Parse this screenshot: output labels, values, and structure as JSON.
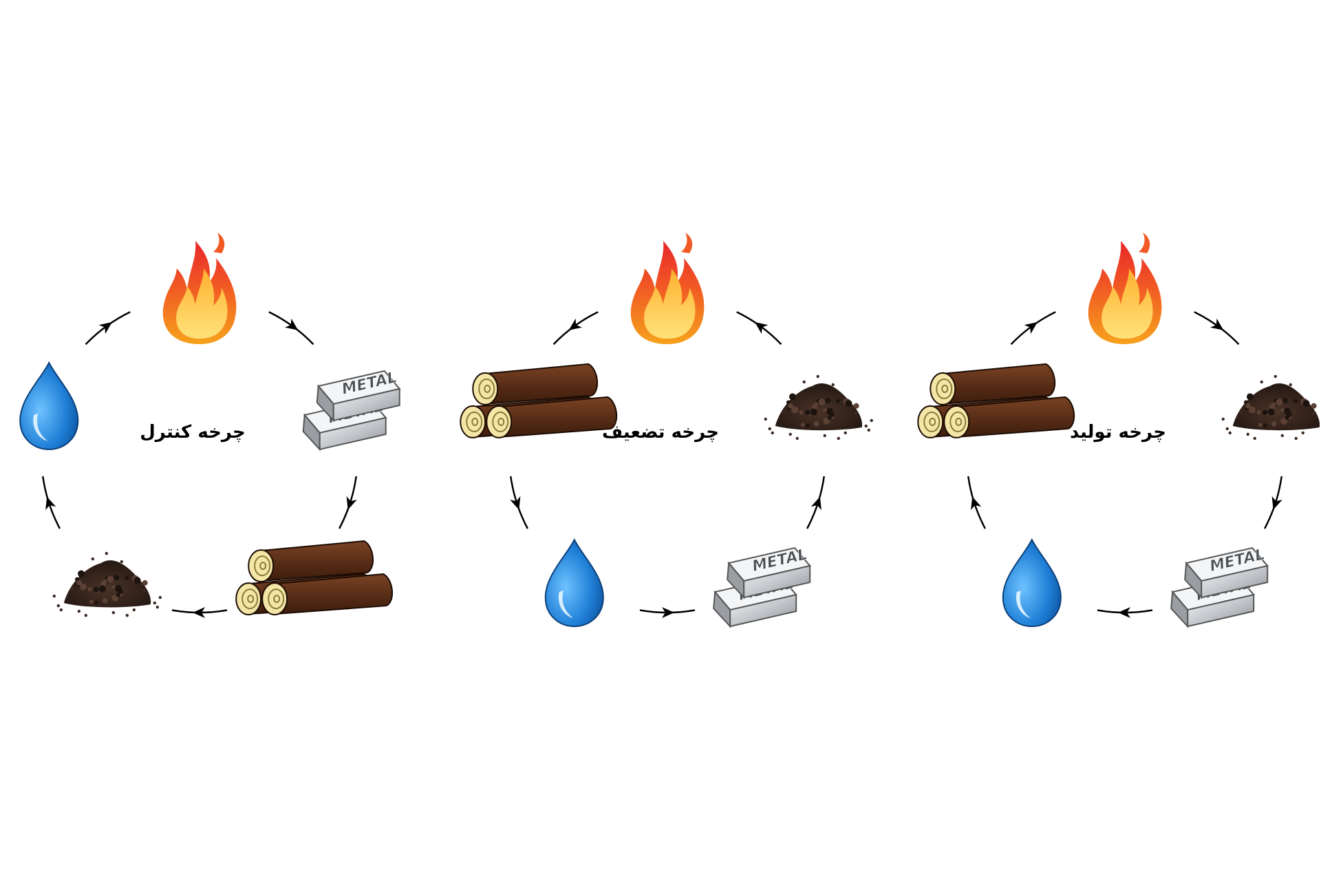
{
  "colors": {
    "background": "#ffffff",
    "stroke": "#000000",
    "fire_outer": "#f7941d",
    "fire_inner": "#ffd24a",
    "fire_core": "#fff3b0",
    "water_dark": "#0b5fb0",
    "water_light": "#3aa0ff",
    "wood_bark": "#5a2e17",
    "wood_end": "#f3e6a6",
    "soil": "#3b2a22",
    "metal": "#c9cdd1"
  },
  "cycles": [
    {
      "title": "چرخه کنترل",
      "direction": "clockwise",
      "sequence": [
        "fire",
        "metal",
        "wood",
        "earth",
        "water"
      ]
    },
    {
      "title": "چرخه تضعیف",
      "direction": "counterclockwise",
      "sequence": [
        "fire",
        "wood",
        "water",
        "metal",
        "earth"
      ]
    },
    {
      "title": "چرخه تولید",
      "direction": "clockwise",
      "sequence": [
        "fire",
        "earth",
        "metal",
        "water",
        "wood"
      ]
    }
  ],
  "metal_label": "METAL"
}
